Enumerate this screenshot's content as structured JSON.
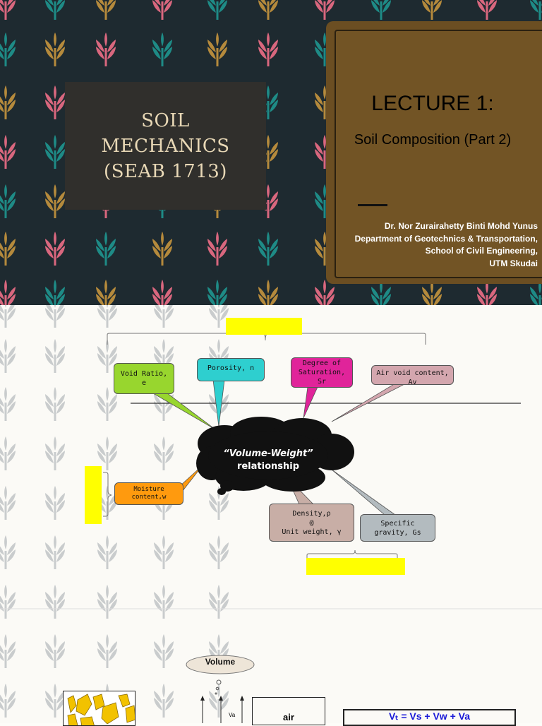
{
  "slide1": {
    "course_title_lines": [
      "SOIL",
      "MECHANICS",
      "(SEAB 1713)"
    ],
    "lecture_title": "LECTURE 1:",
    "lecture_subtitle": "Soil Composition (Part 2)",
    "author_lines": [
      "Dr. Nor Zurairahetty Binti Mohd Yunus",
      "Department of Geotechnics & Transportation,",
      "School of Civil Engineering,",
      "UTM Skudai"
    ]
  },
  "slide2": {
    "center_lines": [
      "“Volume-Weight”",
      "relationship"
    ],
    "bubbles": {
      "void_ratio": [
        "Void Ratio,",
        "e"
      ],
      "porosity": [
        "Porosity, n"
      ],
      "saturation": [
        "Degree of",
        "Saturation,",
        "Sr"
      ],
      "air_void": [
        "Air void content, Av"
      ],
      "moisture": [
        "Moisture",
        "content,w"
      ],
      "density": [
        "Density,ρ",
        "@",
        "Unit weight, γ"
      ],
      "specific_gravity": [
        "Specific",
        "gravity, Gs"
      ]
    }
  },
  "slide3": {
    "cloud_label": "Volume",
    "va_label": "Va",
    "air_label": "air",
    "equation": "Vₜ  =  Vs + Vw + Va"
  },
  "colors": {
    "dark_bg": "#1e2a30",
    "panel": "#725425",
    "highlight": "#ffff00",
    "void_ratio": "#98d62e",
    "porosity": "#2ecfcf",
    "saturation": "#e0249a",
    "air_void": "#d3a6ae",
    "moisture": "#ff9a0e",
    "density": "#c8aea6",
    "specific_gravity": "#b3bbbf",
    "cloud": "#111111"
  }
}
